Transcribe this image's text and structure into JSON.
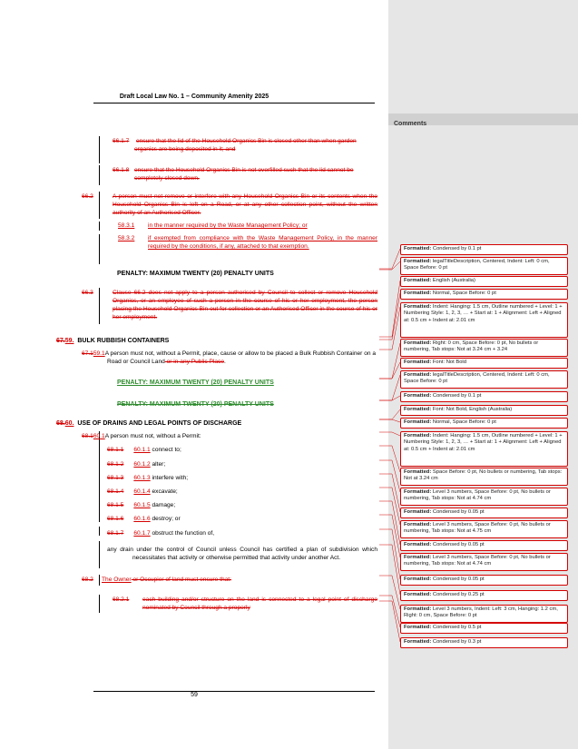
{
  "header": {
    "title": "Draft Local Law No. 1 – Community Amenity 2025"
  },
  "footer": {
    "page_number": "59"
  },
  "comments_pane": {
    "title": "Comments"
  },
  "body": {
    "p1": {
      "num": "66.1.7",
      "text": "ensure that the lid of the Household Organics Bin is closed other than when garden organics are being deposited in it; and"
    },
    "p2": {
      "num": "66.1.8",
      "text": "ensure that the Household Organics Bin is not overfilled such that the lid cannot be completely closed down."
    },
    "p3": {
      "num": "66.2",
      "text": "A person must not remove or interfere with any Household Organics Bin or its contents when the Household Organics Bin is left on a Road, or at any other collection point, without the written authority of an Authorised Officer."
    },
    "p4": {
      "num": "58.3.1",
      "text": "in the manner required by the Waste Management Policy; or"
    },
    "p5": {
      "num": "58.3.2",
      "text": "if exempted from compliance with the Waste Management Policy, in the manner required by the conditions, if any, attached to that exemption."
    },
    "penalty1": "PENALTY: MAXIMUM TWENTY (20) PENALTY UNITS",
    "p6": {
      "num": "66.3",
      "text": "Clause 66.2 does not apply to a person authorised by Council to collect or remove Household Organics, or an employee of such a person in the course of his or her employment, the person placing the Household Organics Bin out for collection or an Authorised Officer in the course of his or her employment."
    },
    "h1": {
      "old_num": "67.",
      "new_num": "59.",
      "title": "BULK RUBBISH CONTAINERS"
    },
    "p7": {
      "old_num": "67.1",
      "new_num": "59.1",
      "text_a": "A person must not, without a Permit, place, cause or allow to be placed a Bulk Rubbish Container on a Road or Council Land",
      "text_del": " or in any Public Place",
      "text_end": "."
    },
    "penalty2": "PENALTY: MAXIMUM TWENTY (20) PENALTY UNITS",
    "penalty3": "PENALTY: MAXIMUM TWENTY (20) PENALTY UNITS",
    "h2": {
      "old_num": "68.",
      "new_num": "60.",
      "title": "USE OF DRAINS AND LEGAL POINTS OF DISCHARGE"
    },
    "p8": {
      "old_num": "68.1",
      "new_num": "60.1",
      "text": "A person must not, without a Permit:"
    },
    "items": [
      {
        "old": "68.1.1",
        "new": "60.1.1",
        "text": "connect to;"
      },
      {
        "old": "68.1.2",
        "new": "60.1.2",
        "text": "alter;"
      },
      {
        "old": "68.1.3",
        "new": "60.1.3",
        "text": "interfere with;"
      },
      {
        "old": "68.1.4",
        "new": "60.1.4",
        "text": "excavate;"
      },
      {
        "old": "68.1.5",
        "new": "60.1.5",
        "text": "damage;"
      },
      {
        "old": "68.1.6",
        "new": "60.1.6",
        "text": "destroy; or"
      },
      {
        "old": "68.1.7",
        "new": "60.1.7",
        "text": "obstruct the function of,"
      }
    ],
    "p9": "any drain under the control of Council unless Council has certified a plan of subdivision which necessitates that activity or otherwise permitted that activity under another Act.",
    "p10": {
      "num": "68.2",
      "text_a": "The Owner",
      "text_del": " or Occupier of land must ensure that:"
    },
    "p11": {
      "num": "68.2.1",
      "text": "each building and/or structure on the land is connected to a legal point of discharge nominated by Council through a properly"
    }
  },
  "balloons": [
    {
      "label": "Formatted:",
      "text": "Condensed by  0.1 pt"
    },
    {
      "label": "Formatted:",
      "text": "legalTitleDescription, Centered, Indent: Left: 0 cm, Space Before:  0 pt"
    },
    {
      "label": "Formatted:",
      "text": "English (Australia)"
    },
    {
      "label": "Formatted:",
      "text": "Normal, Space Before:  0 pt"
    },
    {
      "label": "Formatted:",
      "text": "Indent: Hanging:  1.5 cm, Outline numbered + Level: 1 + Numbering Style: 1, 2, 3, … + Start at: 1 + Alignment: Left + Aligned at:  0.5 cm + Indent at:  2.01 cm"
    },
    {
      "label": "Formatted:",
      "text": "Right:  0 cm, Space Before:  0 pt,  No bullets or numbering, Tab stops: Not at  3.24 cm +  3.24"
    },
    {
      "label": "Formatted:",
      "text": "Font: Not Bold"
    },
    {
      "label": "Formatted:",
      "text": "legalTitleDescription, Centered, Indent: Left: 0 cm, Space Before:  0 pt"
    },
    {
      "label": "Formatted:",
      "text": "Condensed by  0.1 pt"
    },
    {
      "label": "Formatted:",
      "text": "Font: Not Bold, English (Australia)"
    },
    {
      "label": "Formatted:",
      "text": "Normal, Space Before:  0 pt"
    },
    {
      "label": "Formatted:",
      "text": "Indent: Hanging:  1.5 cm, Outline numbered + Level: 1 + Numbering Style: 1, 2, 3, … + Start at: 1 + Alignment: Left + Aligned at:  0.5 cm + Indent at:  2.01 cm"
    },
    {
      "label": "Formatted:",
      "text": "Space Before:  0 pt,  No bullets or numbering, Tab stops: Not at  3.24 cm"
    },
    {
      "label": "Formatted:",
      "text": "Level 3 numbers, Space Before:  0 pt,  No bullets or numbering, Tab stops: Not at  4.74 cm"
    },
    {
      "label": "Formatted:",
      "text": "Condensed by  0.05 pt"
    },
    {
      "label": "Formatted:",
      "text": "Level 3 numbers, Space Before:  0 pt,  No bullets or numbering, Tab stops: Not at  4.75 cm"
    },
    {
      "label": "Formatted:",
      "text": "Condensed by  0.05 pt"
    },
    {
      "label": "Formatted:",
      "text": "Level 3 numbers, Space Before:  0 pt,  No bullets or numbering, Tab stops: Not at  4.74 cm"
    },
    {
      "label": "Formatted:",
      "text": "Condensed by  0.05 pt"
    },
    {
      "label": "Formatted:",
      "text": "Condensed by  0.25 pt"
    },
    {
      "label": "Formatted:",
      "text": "Level 3 numbers, Indent: Left:  3 cm, Hanging:  1.2 cm, Right:  0 cm, Space Before:  0 pt"
    },
    {
      "label": "Formatted:",
      "text": "Condensed by  0.5 pt"
    },
    {
      "label": "Formatted:",
      "text": "Condensed by  0.3 pt"
    }
  ]
}
